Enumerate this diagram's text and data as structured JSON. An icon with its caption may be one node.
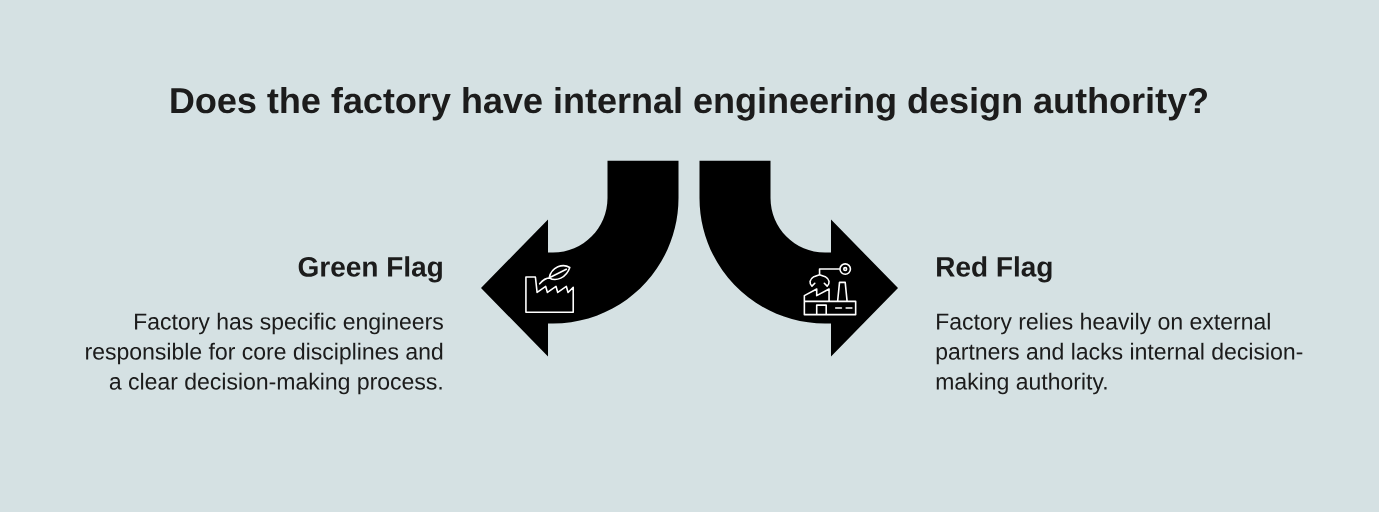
{
  "diagram": {
    "nodes": [
      {
        "text": [
          "Does the factory have internal engineering design authority?"
        ]
      },
      {
        "text": [
          "Green Flag",
          "Factory has specific engineers responsible for core disciplines and a clear decision-making process."
        ]
      },
      {
        "text": [
          "Red Flag",
          "Factory relies heavily on external partners and lacks internal decision-making authority."
        ]
      }
    ],
    "edges": [
      {
        "from": 0,
        "to": 1,
        "arrow": "to"
      },
      {
        "from": 0,
        "to": 2,
        "arrow": "to"
      }
    ]
  }
}
